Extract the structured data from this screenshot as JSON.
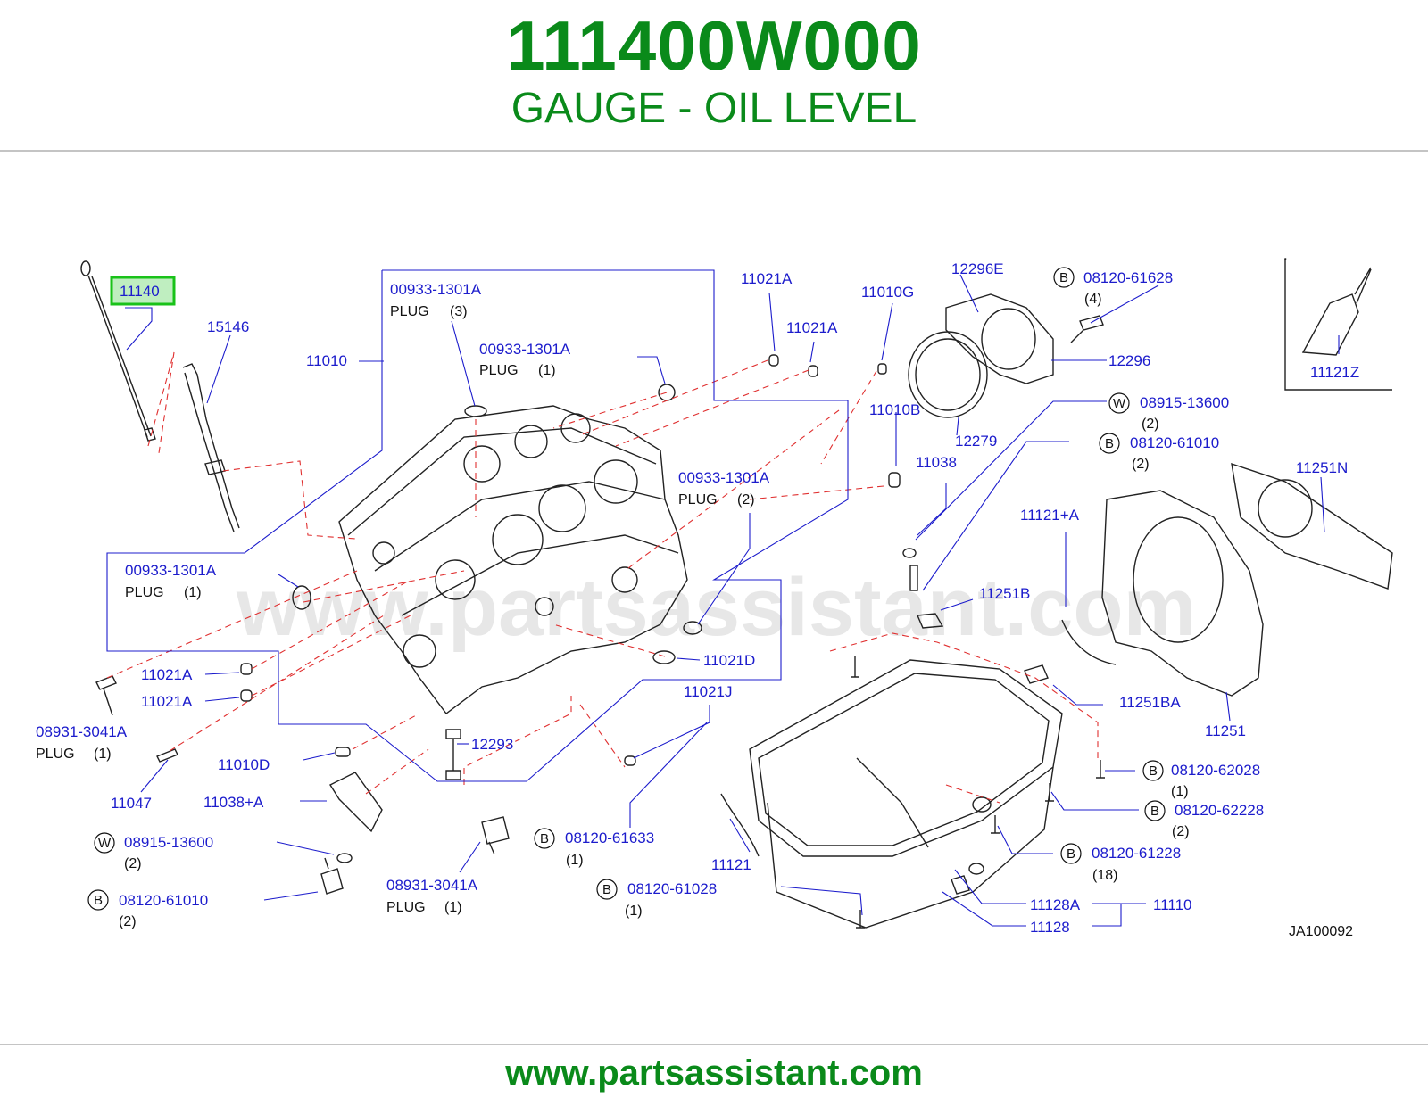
{
  "header": {
    "part_number": "111400W000",
    "part_name": "GAUGE - OIL LEVEL"
  },
  "footer": {
    "url": "www.partsassistant.com"
  },
  "diagram": {
    "watermark": "www.partsassistant.com",
    "code": "JA100092",
    "highlighted_label": "11140",
    "colors": {
      "accent": "#0a8a1a",
      "label": "#1c1ccc",
      "highlight_border": "#19c219",
      "highlight_fill": "#bfeec0",
      "dashes": "#e03030"
    },
    "labels": {
      "l15146": "15146",
      "l11010": "11010",
      "l00933_top": "00933-1301A",
      "plug_top": "PLUG",
      "qty_top": "(3)",
      "l00933_mid": "00933-1301A",
      "plug_mid": "PLUG",
      "qty_mid": "(1)",
      "l11021A_1": "11021A",
      "l11021A_2": "11021A",
      "l11010G": "11010G",
      "l12296E": "12296E",
      "b_08120_61628": "08120-61628",
      "qty_61628": "(4)",
      "l12296": "12296",
      "l11121Z": "11121Z",
      "w_08915_13600_r": "08915-13600",
      "qty_13600_r": "(2)",
      "b_08120_61010_r": "08120-61010",
      "qty_61010_r": "(2)",
      "l11010B": "11010B",
      "l12279": "12279",
      "l11038": "11038",
      "l11251N": "11251N",
      "l00933_right": "00933-1301A",
      "plug_right": "PLUG",
      "qty_right": "(2)",
      "l11121A": "11121+A",
      "l00933_left": "00933-1301A",
      "plug_left": "PLUG",
      "qty_left": "(1)",
      "l11251B": "11251B",
      "l11021D": "11021D",
      "l11021A_3": "11021A",
      "l11021A_4": "11021A",
      "l11021J": "11021J",
      "l11251BA": "11251BA",
      "l08931_left": "08931-3041A",
      "plug_08931_left": "PLUG",
      "qty_08931_left": "(1)",
      "l11251": "11251",
      "l12293": "12293",
      "l11010D": "11010D",
      "b_08120_62028": "08120-62028",
      "qty_62028": "(1)",
      "l11047": "11047",
      "l11038A": "11038+A",
      "b_08120_62228": "08120-62228",
      "qty_62228": "(2)",
      "b_08120_61633": "08120-61633",
      "qty_61633": "(1)",
      "w_08915_13600_l": "08915-13600",
      "qty_13600_l": "(2)",
      "l11121": "11121",
      "b_08120_61228": "08120-61228",
      "qty_61228": "(18)",
      "l08931_mid": "08931-3041A",
      "plug_08931_mid": "PLUG",
      "qty_08931_mid": "(1)",
      "b_08120_61028": "08120-61028",
      "qty_61028": "(1)",
      "b_08120_61010_l": "08120-61010",
      "qty_61010_l": "(2)",
      "l11128A": "11128A",
      "l11110": "11110",
      "l11128": "11128"
    },
    "circle_letters": {
      "b": "B",
      "w": "W"
    }
  }
}
